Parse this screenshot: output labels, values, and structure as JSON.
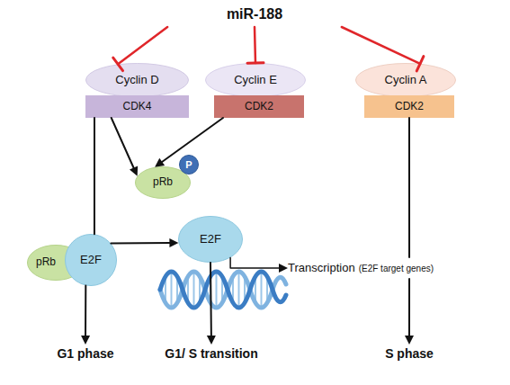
{
  "diagram": {
    "nodes": [
      {
        "text": [
          "miR-188"
        ]
      },
      {
        "text": [
          "Cyclin D"
        ]
      },
      {
        "text": [
          "CDK4"
        ]
      },
      {
        "text": [
          "Cyclin E"
        ]
      },
      {
        "text": [
          "CDK2"
        ]
      },
      {
        "text": [
          "Cyclin A"
        ]
      },
      {
        "text": [
          "CDK2"
        ]
      },
      {
        "text": [
          "pRb"
        ]
      },
      {
        "text": [
          "E2F"
        ]
      },
      {
        "text": [
          "pRb"
        ]
      },
      {
        "text": [
          "P"
        ]
      },
      {
        "text": [
          "E2F"
        ]
      },
      {
        "text": [
          "Transcription",
          "(E2F target genes)"
        ]
      },
      {
        "text": [
          "G1 phase"
        ]
      },
      {
        "text": [
          "G1/ S transition"
        ]
      },
      {
        "text": [
          "S phase"
        ]
      }
    ],
    "edges": [
      {
        "from": 0,
        "to": 1,
        "arrow": "to"
      },
      {
        "from": 0,
        "to": 3,
        "arrow": "to"
      },
      {
        "from": 0,
        "to": 5,
        "arrow": "to"
      },
      {
        "from": 2,
        "to": 8,
        "arrow": "none"
      },
      {
        "from": 2,
        "to": 9,
        "arrow": "to"
      },
      {
        "from": 4,
        "to": 9,
        "arrow": "to"
      },
      {
        "from": 8,
        "to": 11,
        "arrow": "to"
      },
      {
        "from": 6,
        "to": 12,
        "arrow": "none"
      },
      {
        "from": 11,
        "to": 12,
        "arrow": "to"
      },
      {
        "from": 8,
        "to": 13,
        "arrow": "to"
      },
      {
        "from": 11,
        "to": 14,
        "arrow": "to"
      },
      {
        "from": 12,
        "to": 15,
        "arrow": "to"
      }
    ]
  }
}
